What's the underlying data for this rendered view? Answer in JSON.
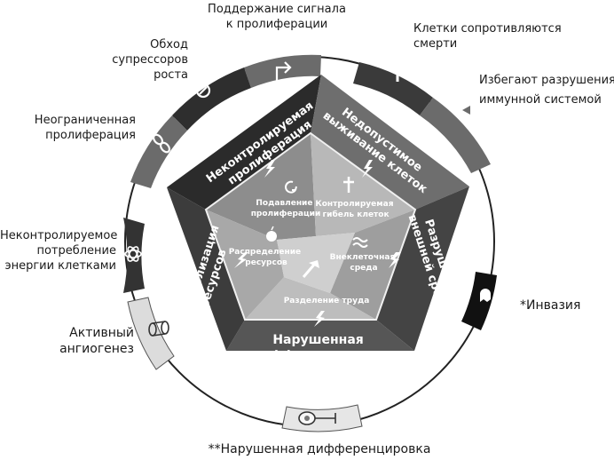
{
  "outer_labels": {
    "sustaining_signaling": [
      "Поддержание сигнала",
      "к пролиферации"
    ],
    "resisting_death": [
      "Клетки сопротивляются",
      "смерти"
    ],
    "evading_immune": [
      "Избегают разрушения",
      "иммунной системой"
    ],
    "evading_suppressors": [
      "Обход",
      "супрессоров",
      "роста"
    ],
    "unlimited_proliferation": [
      "Неограниченная",
      "пролиферация"
    ],
    "energy_metabolism": [
      "Неконтролируемое",
      "потребление",
      "энергии клетками"
    ],
    "angiogenesis": [
      "Активный",
      "ангиогенез"
    ],
    "invasion": "*Инвазия",
    "differentiation_note": "**Нарушенная дифференцировка"
  },
  "pentagon_outer": {
    "uncontrolled_proliferation": [
      "Неконтролируемая",
      "пролиферация"
    ],
    "inappropriate_survival": [
      "Недопустимое",
      "выживание клеток"
    ],
    "environment_destruction": [
      "Разрушение",
      "внешней среды"
    ],
    "differentiation": [
      "Нарушенная",
      "дифференцировка"
    ],
    "resource_monopolization": [
      "Монополизация",
      "ресурсов"
    ]
  },
  "pentagon_inner": {
    "suppression_proliferation": [
      "Подавление",
      "пролиферации"
    ],
    "controlled_death": [
      "Контролируемая",
      "гибель клеток"
    ],
    "extracellular_env": [
      "Внеклеточная",
      "среда"
    ],
    "division_labor": "Разделение труда",
    "resource_distribution": [
      "Распределение",
      "ресурсов"
    ]
  },
  "colors": {
    "ring_dark": "#3a3a3a",
    "ring_mid": "#6b6b6b",
    "ring_black": "#111111",
    "seg_proliferation": "#2b2b2b",
    "seg_survival": "#6e6e6e",
    "seg_environment": "#444444",
    "seg_differentiation": "#565656",
    "seg_monopolization": "#3c3c3c",
    "inner_light": "#bdbdbd",
    "inner_mid": "#9a9a9a"
  }
}
